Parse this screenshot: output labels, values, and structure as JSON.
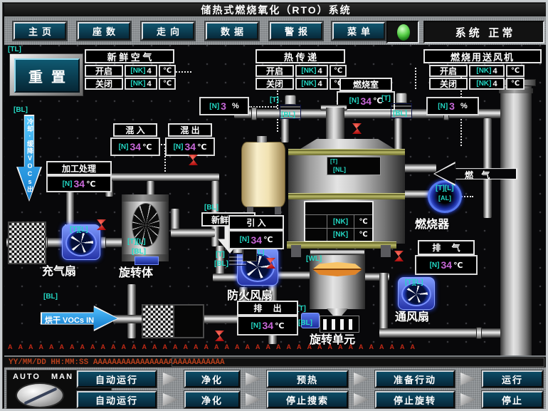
{
  "window": {
    "title": "储热式燃烧氧化（RTO）系统"
  },
  "menu": {
    "items": [
      "主页",
      "座数",
      "走向",
      "数据",
      "警报",
      "菜单"
    ],
    "status": "系 统   正 常"
  },
  "reset_label": "重置",
  "tags": {
    "tl": "[TL]",
    "bl": "[BL]",
    "t": "[T]",
    "nl": "[NL]",
    "wl": "[WL]",
    "al": "[AL]",
    "pair": "[T][L]"
  },
  "panels": {
    "fresh_air": {
      "title": "新 鲜 空 气",
      "rows": [
        {
          "label": "开启",
          "tag": "[NK]",
          "value": "4",
          "unit": "℃"
        },
        {
          "label": "关闭",
          "tag": "[NK]",
          "value": "4",
          "unit": "℃"
        }
      ]
    },
    "heat_transfer": {
      "title": "热 传 递",
      "rows": [
        {
          "label": "开启",
          "tag": "[NK]",
          "value": "4",
          "unit": "℃"
        },
        {
          "label": "关闭",
          "tag": "[NK]",
          "value": "4",
          "unit": "℃"
        }
      ]
    },
    "combustion_blower": {
      "title": "燃烧用送风机",
      "rows": [
        {
          "label": "开启",
          "tag": "[NK]",
          "value": "4",
          "unit": "℃"
        },
        {
          "label": "关闭",
          "tag": "[NK]",
          "value": "4",
          "unit": "℃"
        }
      ]
    }
  },
  "displays": {
    "processing": {
      "label": "加工处理",
      "tag": "[N]",
      "value": "34",
      "unit": "℃"
    },
    "mix_in": {
      "label": "混 入",
      "tag": "[N]",
      "value": "34",
      "unit": "℃"
    },
    "mix_out": {
      "label": "混 出",
      "tag": "[N]",
      "value": "34",
      "unit": "℃"
    },
    "combustion_chamber": {
      "label": "燃烧室",
      "tag": "[N]",
      "value": "34",
      "unit": "℃"
    },
    "inlet": {
      "label": "引 入",
      "tag": "[N]",
      "value": "34",
      "unit": "℃"
    },
    "discharge": {
      "label": "排 出",
      "tag": "[N]",
      "value": "34",
      "unit": "℃"
    },
    "exhaust": {
      "label": "排 气",
      "tag": "[N]",
      "value": "34",
      "unit": "℃"
    },
    "damper_left": {
      "tag": "[N]",
      "value": "3",
      "unit": "%"
    },
    "damper_right": {
      "tag": "[N]",
      "value": "3",
      "unit": "%"
    },
    "vessel": {
      "row1": {
        "tag": "[NK]",
        "unit": "℃"
      },
      "row2": {
        "tag": "[NK]",
        "unit": "℃"
      }
    }
  },
  "equipment": {
    "charge_fan": "充气扇",
    "rotary_body": "旋转体",
    "fire_fan": "防火风扇",
    "rotary_unit": "旋转单元",
    "vent_fan": "通风扇",
    "burner": "燃烧器"
  },
  "flows": {
    "cool_out": "冷却·缓降VOCs出",
    "dry_in": "烘干 VOCs IN",
    "fuel_gas": "燃 气",
    "fresh_air": "新鲜空气"
  },
  "alarm": {
    "ticker": "AAAAAAAAAAAAAAAAAAAAAAAAAAAAAAAAAAAAAAAA",
    "line": "YY/MM/DD HH:MM:SS AAAAAAAAAAAAAAAAAAAAAAAAAAAA"
  },
  "footer": {
    "auto": "AUTO",
    "man": "MAN",
    "row1": [
      "自动运行",
      "净化",
      "预热",
      "准备行动",
      "运行"
    ],
    "row2": [
      "自动运行",
      "净化",
      "停止搜索",
      "停止旋转",
      "停止"
    ]
  },
  "colors": {
    "tag_cyan": "#23d9c5",
    "value_magenta": "#c868d8",
    "button_teal": "#0d4a63",
    "alarm_red": "#c03a20",
    "lamp_green": "#4fc342",
    "arrow_blue": "#2aa8f0",
    "pipe_gray": "#9a9a9a",
    "band_olive": "#a8a858",
    "tank_cream": "#f0e2b8",
    "valve_red": "#cc2020"
  }
}
